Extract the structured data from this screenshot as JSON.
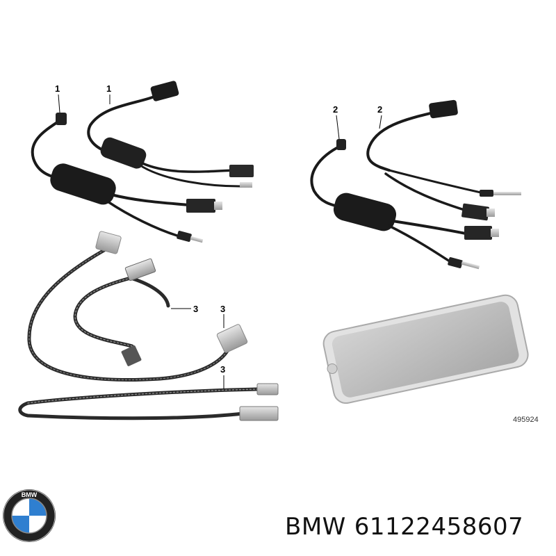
{
  "callouts": {
    "c1a": "1",
    "c1b": "1",
    "c2a": "2",
    "c2b": "2",
    "c3a": "3",
    "c3b": "3",
    "c3c": "3"
  },
  "diagram_number": "495924",
  "brand": {
    "name": "BMW",
    "part_number": "61122458607",
    "logo_text": "BMW"
  },
  "colors": {
    "cable": "#1a1a1a",
    "connector_silver": "#b8b8b8",
    "device_screen": "#c4c4c4",
    "logo_blue": "#2f7fd0"
  }
}
